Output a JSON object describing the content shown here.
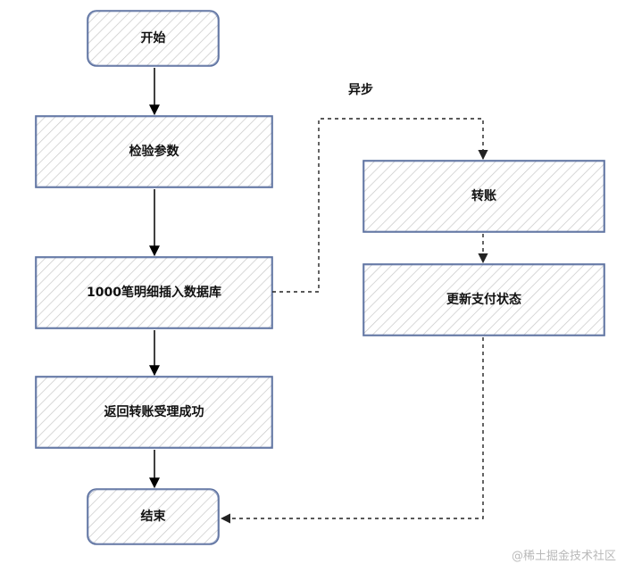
{
  "nodes": {
    "start": "开始",
    "validate": "检验参数",
    "insert": "1000笔明细插入数据库",
    "return_success": "返回转账受理成功",
    "end": "结束",
    "transfer": "转账",
    "update_status": "更新支付状态"
  },
  "labels": {
    "async": "异步"
  },
  "watermark": "@稀土掘金技术社区",
  "colors": {
    "node_border": "#5a6f9f",
    "hatch": "#c7c7c7",
    "solid_arrow": "#000000",
    "dashed_arrow": "#222222"
  }
}
